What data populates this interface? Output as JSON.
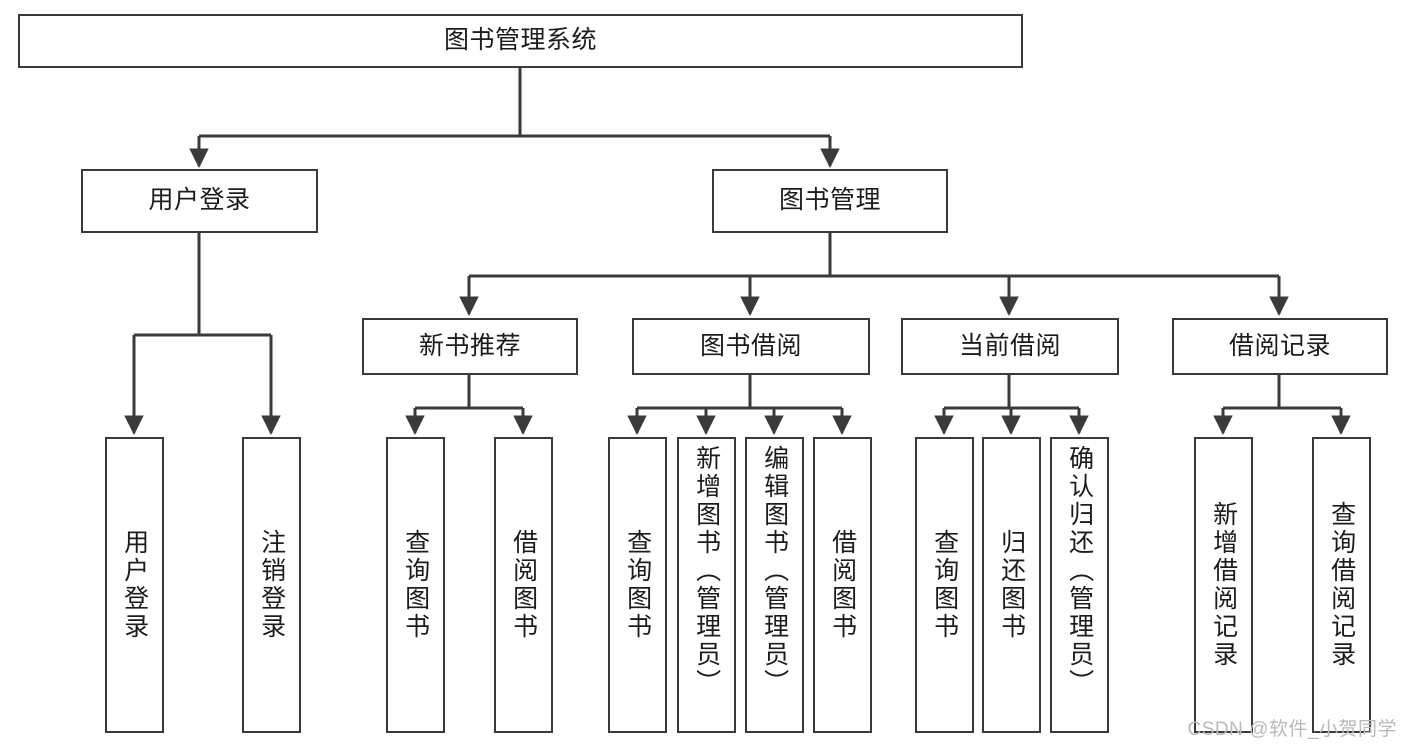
{
  "diagram": {
    "type": "tree-hierarchy-chart",
    "title": "图书管理系统",
    "orientation": "top-down",
    "colors": {
      "stroke": "#3a3a3a",
      "node_fill": "#ffffff",
      "text": "#1c1c1c",
      "watermark": "#b9b9b9",
      "background": "#ffffff"
    }
  },
  "root": {
    "label": "图书管理系统"
  },
  "level2": [
    {
      "id": "user-login",
      "label": "用户登录"
    },
    {
      "id": "book-management",
      "label": "图书管理"
    }
  ],
  "level3": [
    {
      "id": "new-book-recommend",
      "label": "新书推荐",
      "parent": "book-management"
    },
    {
      "id": "book-borrow",
      "label": "图书借阅",
      "parent": "book-management"
    },
    {
      "id": "current-borrow",
      "label": "当前借阅",
      "parent": "book-management"
    },
    {
      "id": "borrow-record",
      "label": "借阅记录",
      "parent": "book-management"
    }
  ],
  "leaves": {
    "user_login": [
      {
        "id": "leaf-user-login",
        "label": "用户登录"
      },
      {
        "id": "leaf-logout",
        "label": "注销登录"
      }
    ],
    "new_book_recommend": [
      {
        "id": "leaf-query-book-1",
        "label": "查询图书"
      },
      {
        "id": "leaf-borrow-book-1",
        "label": "借阅图书"
      }
    ],
    "book_borrow": [
      {
        "id": "leaf-query-book-2",
        "label": "查询图书"
      },
      {
        "id": "leaf-add-book",
        "label": "新增图书（管理员）"
      },
      {
        "id": "leaf-edit-book",
        "label": "编辑图书（管理员）"
      },
      {
        "id": "leaf-borrow-book-2",
        "label": "借阅图书"
      }
    ],
    "current_borrow": [
      {
        "id": "leaf-query-book-3",
        "label": "查询图书"
      },
      {
        "id": "leaf-return-book",
        "label": "归还图书"
      },
      {
        "id": "leaf-confirm-return",
        "label": "确认归还（管理员）"
      }
    ],
    "borrow_record": [
      {
        "id": "leaf-add-record",
        "label": "新增借阅记录"
      },
      {
        "id": "leaf-query-record",
        "label": "查询借阅记录"
      }
    ]
  },
  "watermark": {
    "text": "CSDN @软件_小贺同学"
  }
}
